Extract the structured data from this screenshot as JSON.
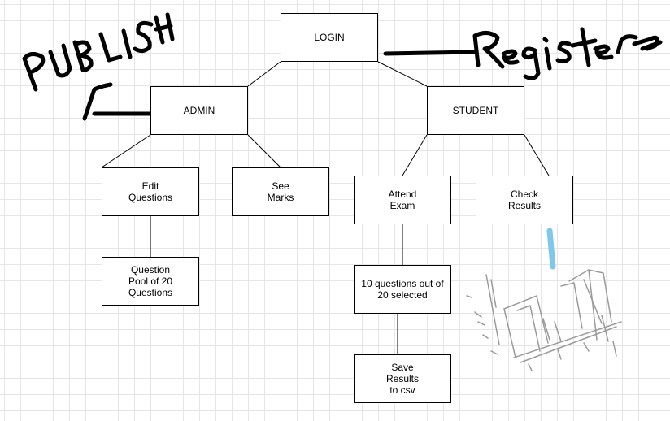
{
  "diagram": {
    "nodes": {
      "login": "LOGIN",
      "admin": "ADMIN",
      "student": "STUDENT",
      "edit_questions": "Edit\nQuestions",
      "see_marks": "See\nMarks",
      "attend_exam": "Attend\nExam",
      "check_results": "Check\nResults",
      "question_pool": "Question\nPool of 20\nQuestions",
      "ten_questions": "10 questions out of\n20 selected",
      "save_results": "Save\nResults\nto csv"
    }
  },
  "annotations": {
    "publish": "PUBLISH",
    "register": "Register"
  },
  "colors": {
    "grid": "#e6e6e6",
    "ink": "#000000",
    "highlight": "#7fc8ec",
    "sketch": "#9a9a9a"
  }
}
